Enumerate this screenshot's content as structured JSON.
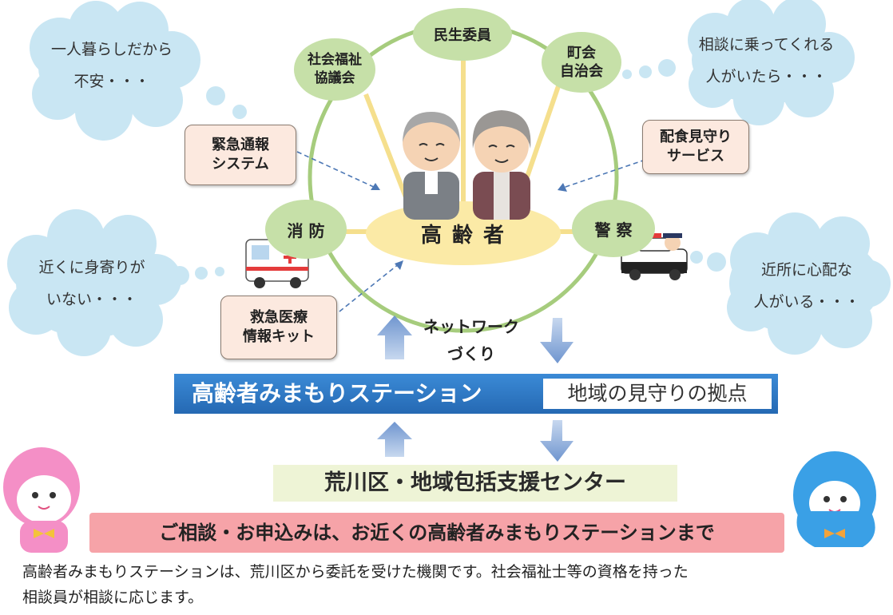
{
  "center": {
    "label": "高 齢 者"
  },
  "network_nodes": {
    "social_welfare": "社会福祉\n協議会",
    "welfare_commissioner": "民生委員",
    "neighborhood": "町会\n自治会",
    "fire": "消 防",
    "police": "警 察"
  },
  "services": {
    "emergency_call": "緊急通報\nシステム",
    "meal_watch": "配食見守り\nサービス",
    "medical_kit": "救急医療\n情報キット"
  },
  "thoughts": {
    "top_left": "一人暮らしだから\n不安・・・",
    "top_right": "相談に乗ってくれる\n人がいたら・・・",
    "mid_left": "近くに身寄りが\nいない・・・",
    "mid_right": "近所に心配な\n人がいる・・・"
  },
  "network_label": "ネットワーク\nづくり",
  "station": {
    "name": "高齢者みまもりステーション",
    "subtitle": "地域の見守りの拠点"
  },
  "center_org": "荒川区・地域包括支援センター",
  "banner": "ご相談・お申込みは、お近くの高齢者みまもりステーションまで",
  "footer": "高齢者みまもりステーションは、荒川区から委託を受けた機関です。社会福祉士等の資格を持った\n相談員が相談に応じます。",
  "colors": {
    "node_green": "#c6e0a8",
    "circle_green": "#a6cc7d",
    "center_yellow": "#fbeaa6",
    "cloud_blue": "#c9e6f3",
    "station_blue": "#2f7dc8",
    "banner_pink": "#f6a3a8",
    "arrow_blue": "#8fb1dd"
  }
}
